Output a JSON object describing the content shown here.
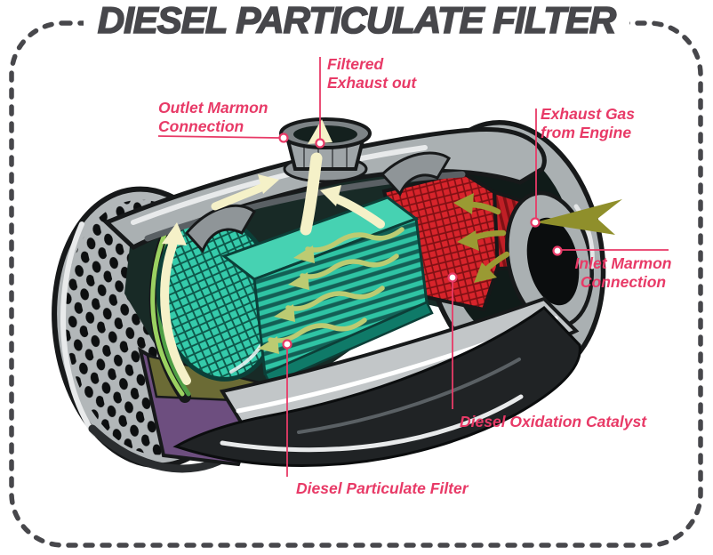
{
  "title": {
    "text": "DIESEL PARTICULATE FILTER"
  },
  "labels": {
    "filtered_exhaust": {
      "line1": "Filtered",
      "line2": "Exhaust out"
    },
    "outlet_marmon": {
      "line1": "Outlet Marmon",
      "line2": "Connection"
    },
    "exhaust_gas": {
      "line1": "Exhaust Gas",
      "line2": "from Engine"
    },
    "inlet_marmon": {
      "line1": "Inlet Marmon",
      "line2": "Connection"
    },
    "diesel_oxidation_catalyst": {
      "text": "Diesel Oxidation Catalyst"
    },
    "diesel_particulate_filter": {
      "text": "Diesel Particulate Filter"
    }
  },
  "colors": {
    "accent_pink": "#e83a67",
    "title_gray": "#47474b",
    "border_gray": "#47474b",
    "filter_teal": "#35cbab",
    "filter_teal_dark": "#135f55",
    "catalyst_red": "#d7242b",
    "catalyst_red_dark": "#7e1115",
    "exhaust_olive": "#9a9a33",
    "inlet_dart_olive": "#8f8f2b",
    "soot_flow_olive": "#bccb72",
    "clean_flow_cream": "#f5f1c8",
    "casing_gray": "#aab0b2",
    "interior_dark": "#182a26",
    "insulation_purple": "#6d4e7f",
    "gasket_green_light": "#9bd161",
    "gasket_green_dark": "#1e5c33",
    "mat_olive_brown": "#6b6b35"
  },
  "icon_legend": {
    "leader_dot": "callout point marker",
    "inlet_dart": "exhaust-in arrow",
    "cream_arrows": "filtered exhaust flow arrows",
    "wavy_arrows": "soot-laden flow through filter"
  }
}
